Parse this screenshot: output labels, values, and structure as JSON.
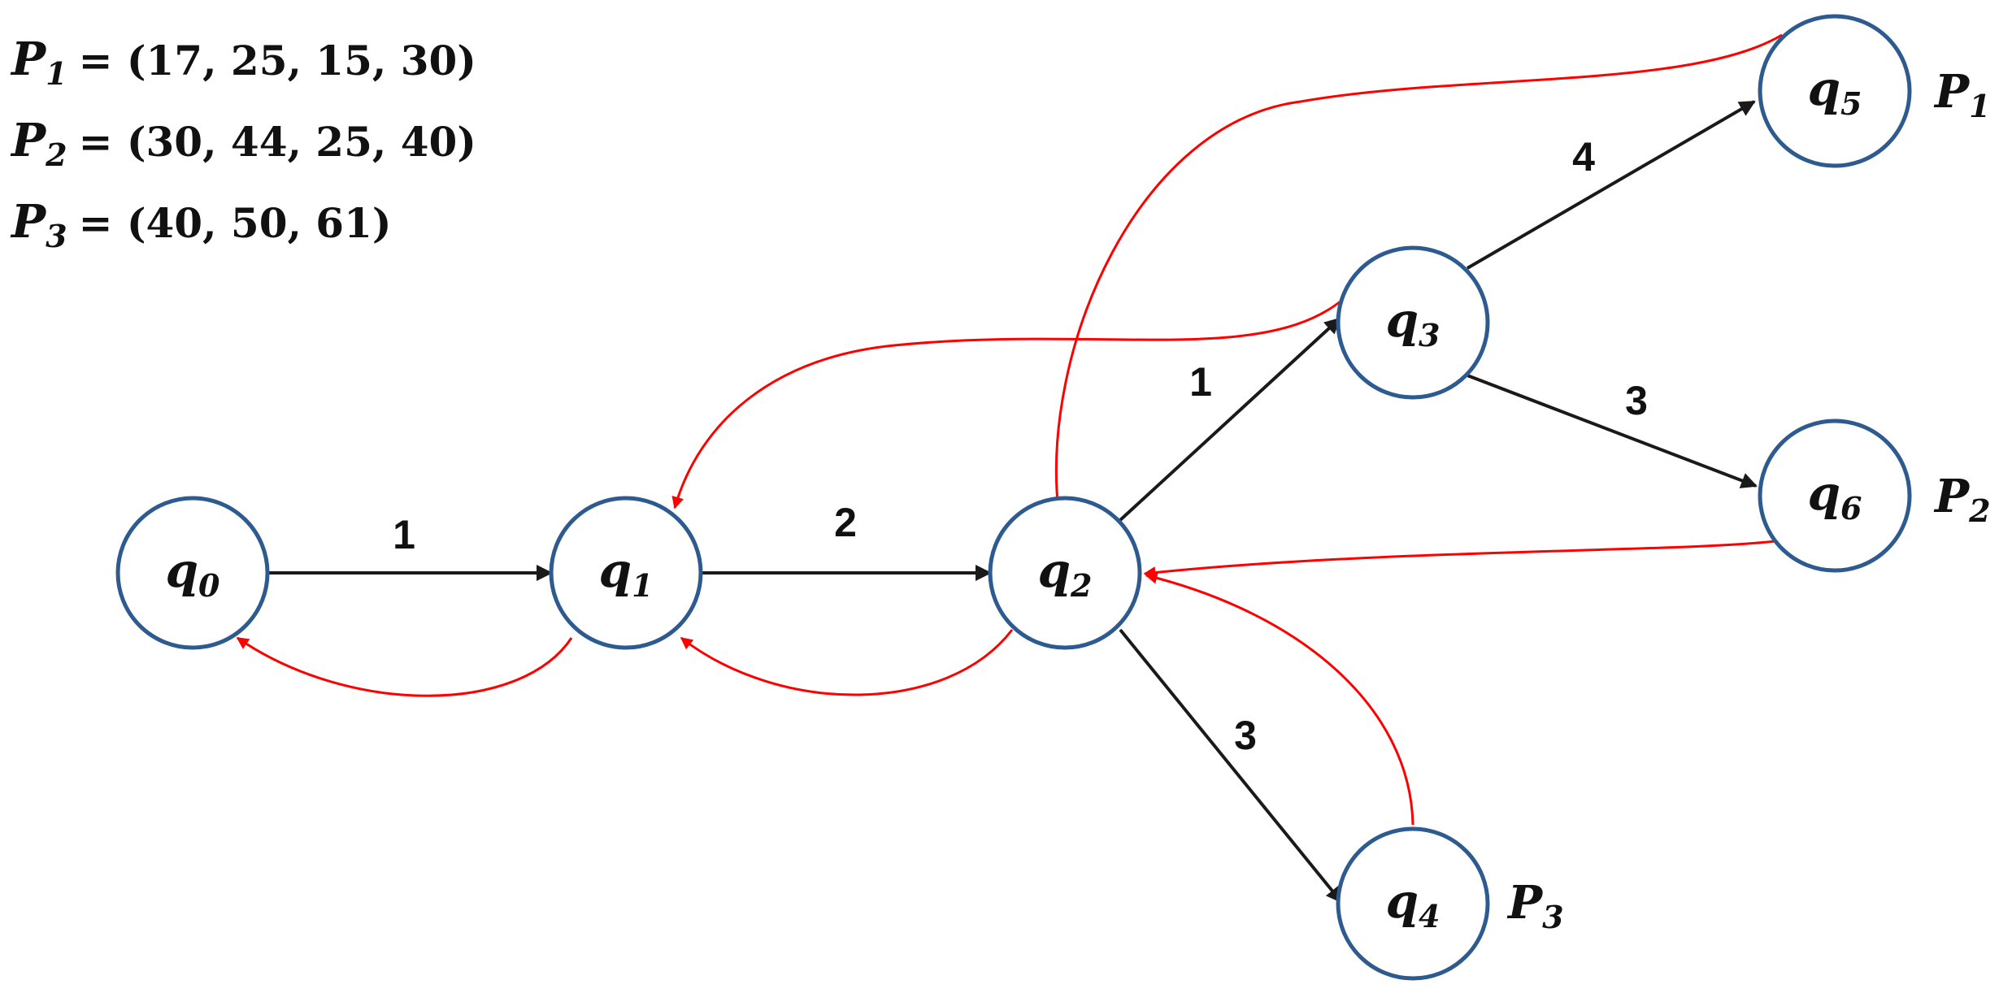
{
  "equations": [
    {
      "var": "P",
      "sub": "1",
      "rhs": "= (17, 25, 15, 30)"
    },
    {
      "var": "P",
      "sub": "2",
      "rhs": "= (30, 44, 25, 40)"
    },
    {
      "var": "P",
      "sub": "3",
      "rhs": "= (40, 50, 61)"
    }
  ],
  "nodes": [
    {
      "var": "q",
      "sub": "0"
    },
    {
      "var": "q",
      "sub": "1"
    },
    {
      "var": "q",
      "sub": "2"
    },
    {
      "var": "q",
      "sub": "3"
    },
    {
      "var": "q",
      "sub": "4"
    },
    {
      "var": "q",
      "sub": "5"
    },
    {
      "var": "q",
      "sub": "6"
    }
  ],
  "node_tags": [
    {
      "node": "q5",
      "var": "P",
      "sub": "1"
    },
    {
      "node": "q6",
      "var": "P",
      "sub": "2"
    },
    {
      "node": "q4",
      "var": "P",
      "sub": "3"
    }
  ],
  "edges": [
    {
      "from": "q0",
      "to": "q1",
      "label": "1"
    },
    {
      "from": "q1",
      "to": "q2",
      "label": "2"
    },
    {
      "from": "q2",
      "to": "q3",
      "label": "1"
    },
    {
      "from": "q2",
      "to": "q4",
      "label": "3"
    },
    {
      "from": "q3",
      "to": "q5",
      "label": "4"
    },
    {
      "from": "q3",
      "to": "q6",
      "label": "3"
    }
  ],
  "failure_links": [
    {
      "from": "q1",
      "to": "q0"
    },
    {
      "from": "q2",
      "to": "q1"
    },
    {
      "from": "q3",
      "to": "q1"
    },
    {
      "from": "q5",
      "to": "q2"
    },
    {
      "from": "q6",
      "to": "q2"
    },
    {
      "from": "q4",
      "to": "q2"
    }
  ],
  "colors": {
    "node_stroke": "#2e5b8f",
    "goto_edge": "#1a1a1a",
    "failure_edge": "#ff0000"
  }
}
